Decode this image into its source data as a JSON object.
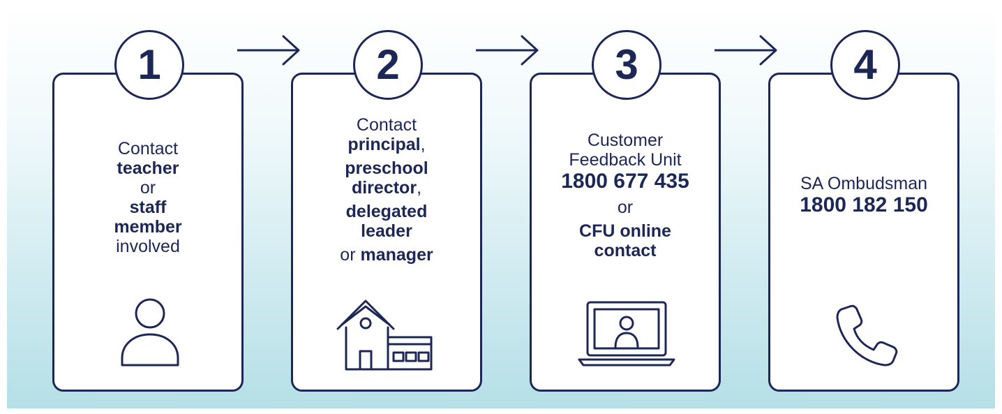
{
  "steps": [
    {
      "number": "1",
      "lines": [
        [
          {
            "t": "Contact",
            "b": false
          }
        ],
        [
          {
            "t": "teacher",
            "b": true
          }
        ],
        [
          {
            "t": "or",
            "b": false
          }
        ],
        [
          {
            "t": "staff",
            "b": true
          }
        ],
        [
          {
            "t": "member",
            "b": true
          }
        ],
        [
          {
            "t": "involved",
            "b": false
          }
        ]
      ],
      "icon": "person-icon"
    },
    {
      "number": "2",
      "lines": [
        [
          {
            "t": "Contact",
            "b": false
          }
        ],
        [
          {
            "t": "principal",
            "b": true
          },
          {
            "t": ",",
            "b": false
          }
        ],
        [
          {
            "t": "preschool",
            "b": true
          }
        ],
        [
          {
            "t": "director",
            "b": true
          },
          {
            "t": ",",
            "b": false
          }
        ],
        [
          {
            "t": "delegated",
            "b": true
          }
        ],
        [
          {
            "t": "leader",
            "b": true
          }
        ],
        [
          {
            "t": "or ",
            "b": false
          },
          {
            "t": "manager",
            "b": true
          }
        ]
      ],
      "icon": "school-building-icon"
    },
    {
      "number": "3",
      "lines": [
        [
          {
            "t": "Customer",
            "b": false
          }
        ],
        [
          {
            "t": "Feedback Unit",
            "b": false
          }
        ],
        [
          {
            "t": "1800 677 435",
            "b": true
          }
        ],
        [
          {
            "t": "or",
            "b": false
          }
        ],
        [
          {
            "t": "CFU online",
            "b": true
          }
        ],
        [
          {
            "t": "contact",
            "b": true
          }
        ]
      ],
      "icon": "laptop-video-icon"
    },
    {
      "number": "4",
      "lines": [
        [
          {
            "t": "SA Ombudsman",
            "b": false
          }
        ],
        [
          {
            "t": "1800 182 150",
            "b": true
          }
        ]
      ],
      "icon": "phone-icon"
    }
  ],
  "colors": {
    "navy": "#1d2756",
    "card": "#ffffff",
    "background_top": "#ffffff",
    "background_bottom": "#b5dfe6"
  }
}
